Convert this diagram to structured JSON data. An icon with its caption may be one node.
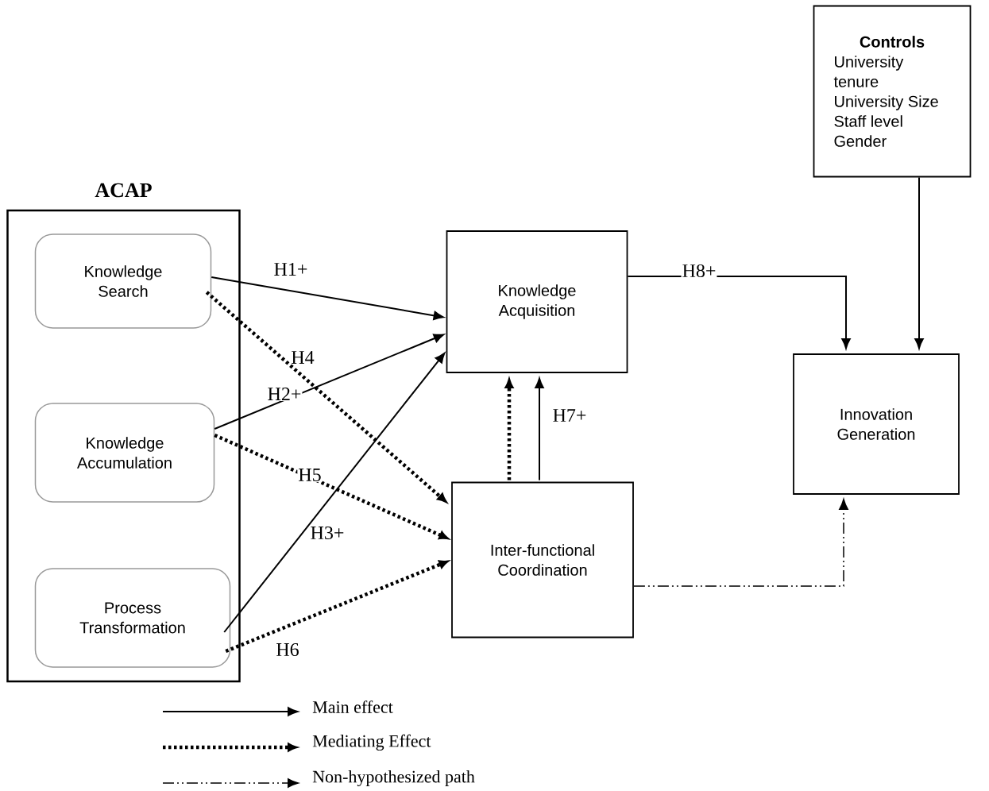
{
  "diagram": {
    "nodes": [
      {
        "text": [
          "ACAP"
        ]
      },
      {
        "text": [
          "Knowledge Search"
        ],
        "in": 0
      },
      {
        "text": [
          "Knowledge Accumulation"
        ],
        "in": 0
      },
      {
        "text": [
          "Process Transformation"
        ],
        "in": 0
      },
      {
        "text": [
          "Knowledge Acquisition"
        ]
      },
      {
        "text": [
          "Inter-functional Coordination"
        ]
      },
      {
        "text": [
          "Innovation Generation"
        ]
      },
      {
        "text": [
          "Controls",
          "University tenure",
          "University Size",
          "Staff level",
          "Gender"
        ]
      }
    ],
    "edges": [
      {
        "from": 1,
        "to": 4,
        "arrow": "to",
        "label": "H1+"
      },
      {
        "from": 1,
        "to": 5,
        "arrow": "to",
        "label": "H4",
        "style": "dashed"
      },
      {
        "from": 2,
        "to": 4,
        "arrow": "to",
        "label": "H2+"
      },
      {
        "from": 2,
        "to": 5,
        "arrow": "to",
        "label": "H5",
        "style": "dashed"
      },
      {
        "from": 3,
        "to": 4,
        "arrow": "to",
        "label": "H3+"
      },
      {
        "from": 3,
        "to": 5,
        "arrow": "to",
        "label": "H6",
        "style": "dashed"
      },
      {
        "from": 5,
        "to": 4,
        "arrow": "to",
        "style": "dashed"
      },
      {
        "from": 5,
        "to": 4,
        "arrow": "to",
        "label": "H7+"
      },
      {
        "from": 4,
        "to": 6,
        "arrow": "to",
        "label": "H8+"
      },
      {
        "from": 7,
        "to": 6,
        "arrow": "to"
      },
      {
        "from": 5,
        "to": 6,
        "arrow": "to",
        "style": "dashed"
      }
    ],
    "legend": [
      {
        "text": "Main effect"
      },
      {
        "text": "Mediating Effect"
      },
      {
        "text": "Non-hypothesized path"
      }
    ]
  }
}
